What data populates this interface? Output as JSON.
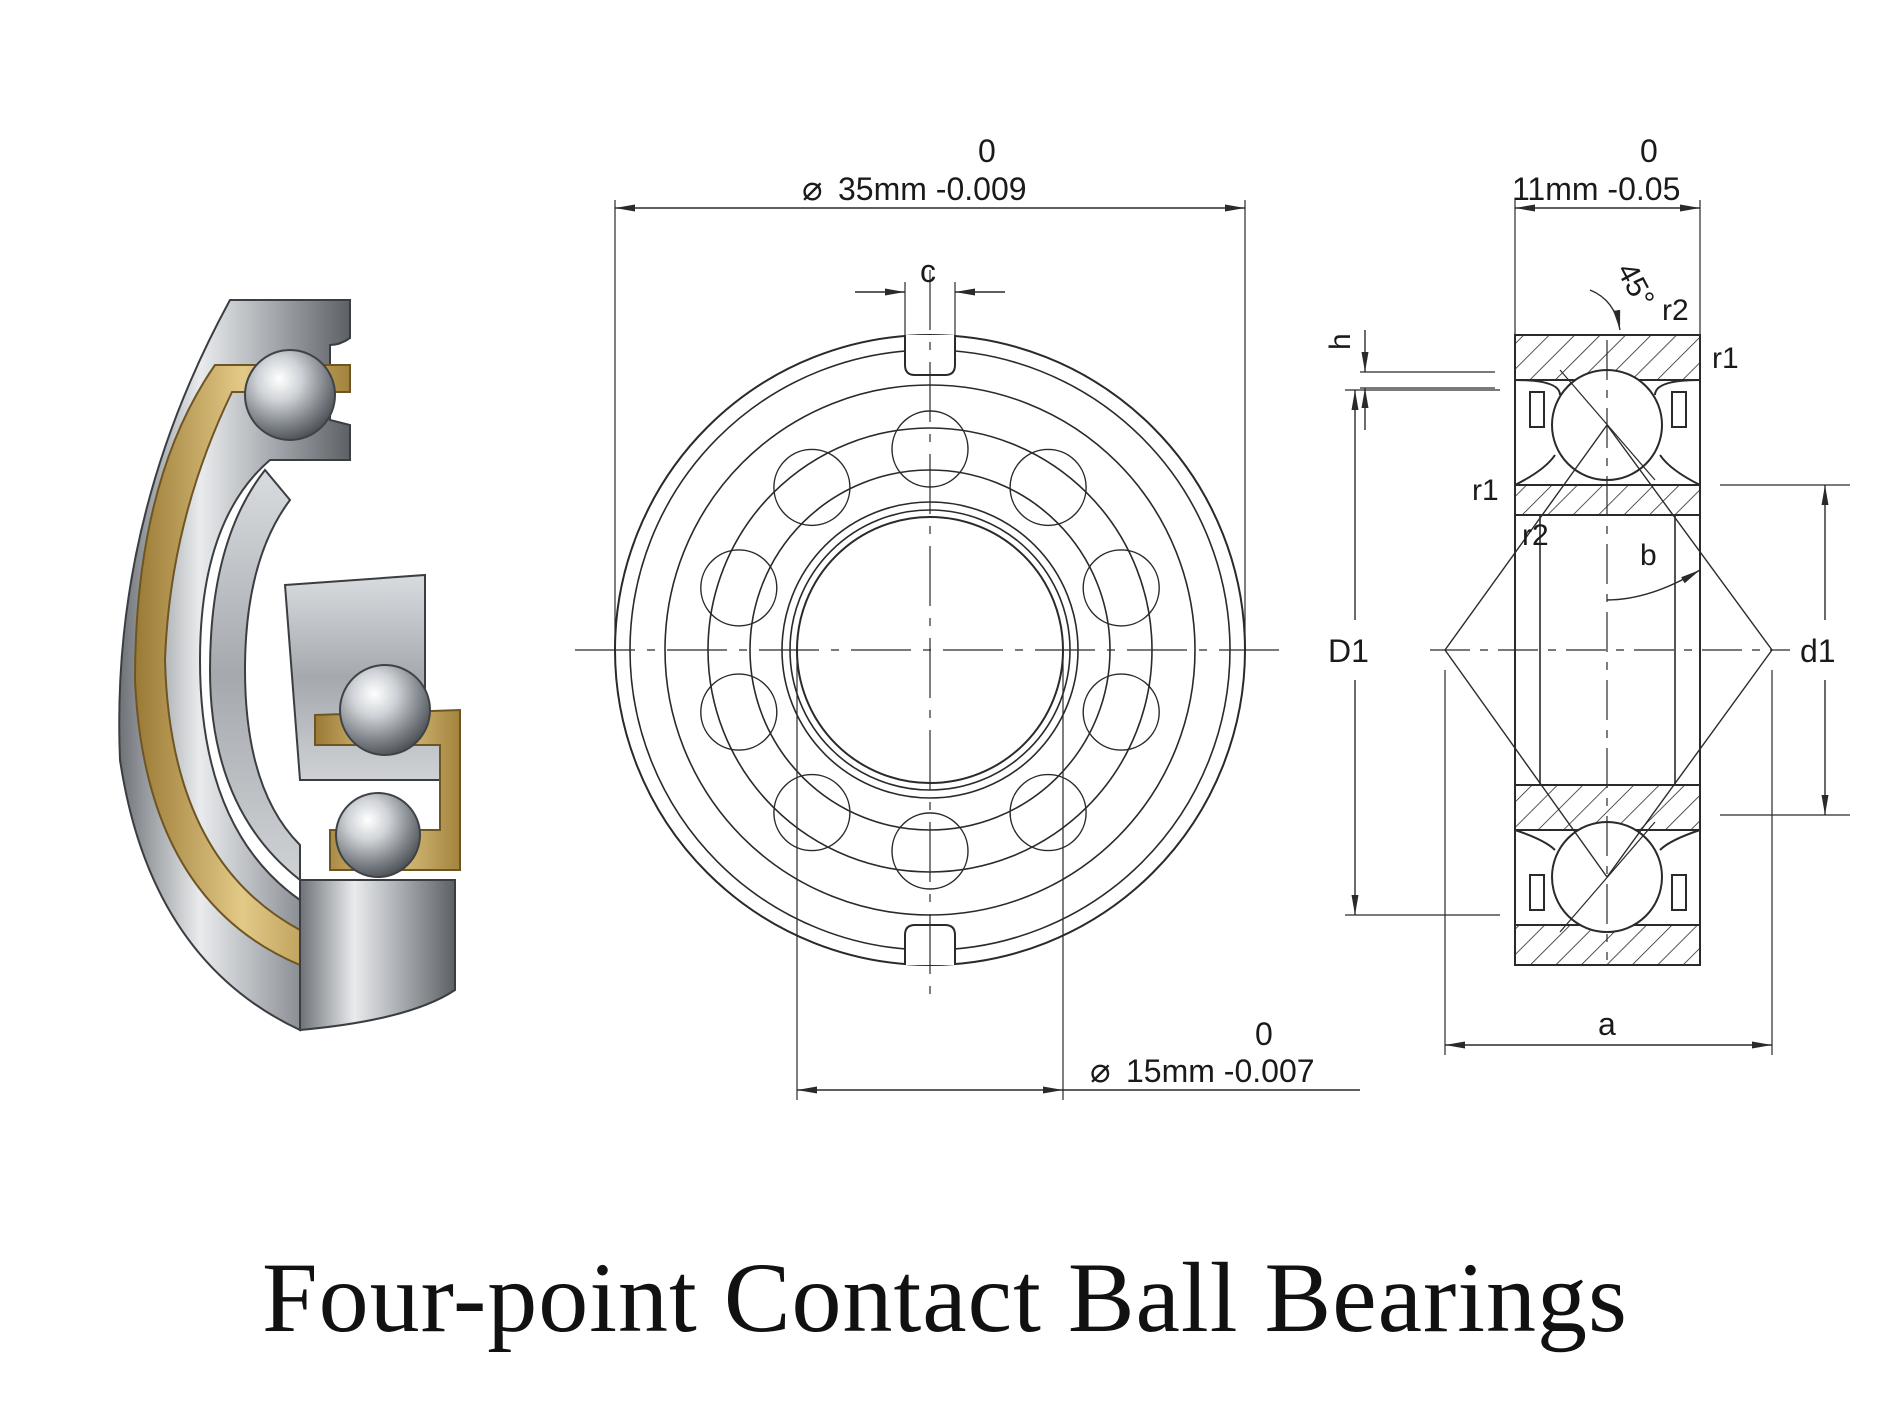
{
  "title": "Four-point Contact Ball Bearings",
  "front_view": {
    "outer_diameter_label": "35mm -0.009",
    "outer_diameter_upper": "0",
    "bore_label": "15mm -0.007",
    "bore_upper": "0",
    "slot_width_label": "c",
    "diameter_symbol": "⌀"
  },
  "section_view": {
    "width_label": "11mm -0.05",
    "width_upper": "0",
    "chamfer_angle_label": "45°",
    "labels": {
      "h": "h",
      "r1_top": "r1",
      "r2_top": "r2",
      "r1_mid": "r1",
      "r2_mid": "r2",
      "b": "b",
      "D1": "D1",
      "d1": "d1",
      "a": "a"
    }
  },
  "colors": {
    "line": "#2a2a2a",
    "cage": "#c9a85c",
    "steel": "#b9bcc0"
  }
}
